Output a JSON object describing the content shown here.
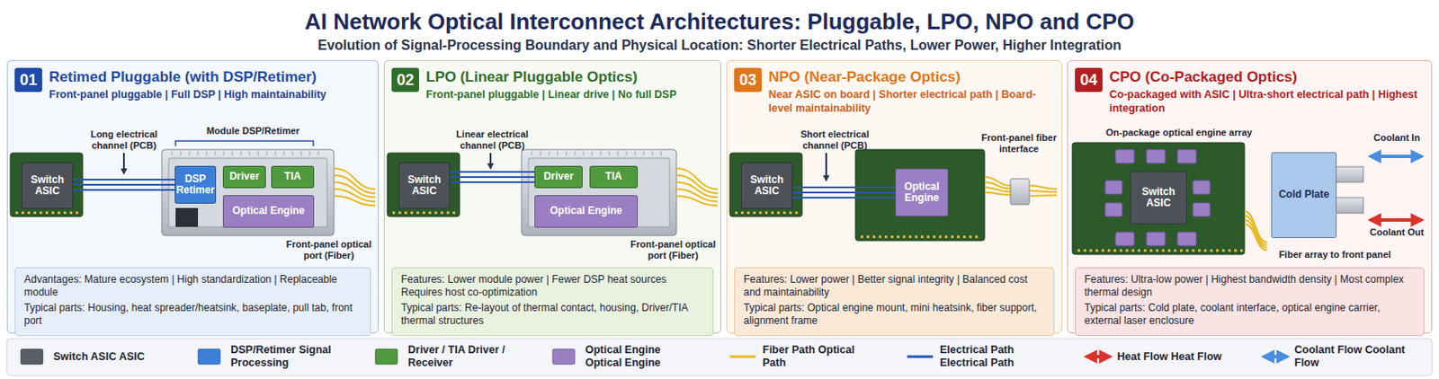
{
  "diagram": {
    "title": "AI Network Optical Interconnect Architectures: Pluggable, LPO, NPO and CPO",
    "caption": "Evolution of Signal-Processing Boundary and Physical Location: Shorter Electrical Paths, Lower Power, Higher Integration",
    "nodes": [
      {
        "text": [
          "Retimed Pluggable (with DSP/Retimer)",
          "Front-panel pluggable | Full DSP | High maintainability"
        ]
      },
      {
        "text": [
          "01"
        ],
        "in": 0
      },
      {
        "text": [
          "Switch ASIC"
        ],
        "in": 0
      },
      {
        "text": [
          "DSP Retimer"
        ],
        "in": 0
      },
      {
        "text": [
          "Driver"
        ],
        "in": 0
      },
      {
        "text": [
          "TIA"
        ],
        "in": 0
      },
      {
        "text": [
          "Optical Engine"
        ],
        "in": 0
      },
      {
        "text": [
          "Advantages: Mature ecosystem | High standardization | Replaceable module",
          "Typical parts: Housing, heat spreader/heatsink, baseplate, pull tab, front port"
        ],
        "in": 0
      },
      {
        "text": [
          "LPO (Linear Pluggable Optics)",
          "Front-panel pluggable | Linear drive | No full DSP"
        ]
      },
      {
        "text": [
          "02"
        ],
        "in": 8
      },
      {
        "text": [
          "Switch ASIC"
        ],
        "in": 8
      },
      {
        "text": [
          "Driver"
        ],
        "in": 8
      },
      {
        "text": [
          "TIA"
        ],
        "in": 8
      },
      {
        "text": [
          "Optical Engine"
        ],
        "in": 8
      },
      {
        "text": [
          "Features: Lower module power | Fewer DSP heat sources Requires host co-optimization",
          "Typical parts: Re-layout of thermal contact, housing, Driver/TIA thermal structures"
        ],
        "in": 8
      },
      {
        "text": [
          "NPO (Near-Package Optics)",
          "Near ASIC on board | Shorter electrical path | Board-level maintainability"
        ]
      },
      {
        "text": [
          "03"
        ],
        "in": 15
      },
      {
        "text": [
          "Switch ASIC"
        ],
        "in": 15
      },
      {
        "text": [
          "Optical Engine"
        ],
        "in": 15
      },
      {
        "text": [
          "Features: Lower power | Better signal integrity | Balanced cost and maintainability",
          "Typical parts: Optical engine mount, mini heatsink, fiber support, alignment frame"
        ],
        "in": 15
      },
      {
        "text": [
          "CPO (Co-Packaged Optics)",
          "Co-packaged with ASIC | Ultra-short electrical path | Highest integration"
        ]
      },
      {
        "text": [
          "04"
        ],
        "in": 20
      },
      {
        "text": [
          "Switch ASIC"
        ],
        "in": 20
      },
      {
        "text": [
          "Cold Plate"
        ],
        "in": 20
      },
      {
        "text": [
          "Features: Ultra-low power | Highest bandwidth density | Most complex thermal design",
          "Typical parts: Cold plate, coolant interface, optical engine carrier, external laser enclosure"
        ],
        "in": 20
      }
    ],
    "edges": [
      {
        "from": 2,
        "to": 3,
        "arrow": "none"
      },
      {
        "from": 10,
        "to": 11,
        "arrow": "none"
      },
      {
        "from": 17,
        "to": 18,
        "arrow": "none"
      }
    ],
    "labels": [
      "Long electrical channel (PCB)",
      "Module DSP/Retimer",
      "Front-panel optical port (Fiber)",
      "Linear electrical channel (PCB)",
      "Front-panel optical port (Fiber)",
      "Short electrical channel (PCB)",
      "Front-panel fiber interface",
      "On-package optical engine array",
      "Coolant In",
      "Coolant Out",
      "Fiber array to front panel"
    ],
    "legend": [
      {
        "text": "Switch ASIC ASIC",
        "color": "#5a5f66"
      },
      {
        "text": "DSP/Retimer Signal Processing",
        "color": "#3b7fd9"
      },
      {
        "text": "Driver / TIA Driver / Receiver",
        "color": "#4f9a3e"
      },
      {
        "text": "Optical Engine Optical Engine",
        "color": "#9b7fc4"
      },
      {
        "text": "Fiber Path Optical Path"
      },
      {
        "text": "Electrical Path Electrical Path"
      },
      {
        "text": "Heat Flow Heat Flow"
      },
      {
        "text": "Coolant Flow Coolant Flow"
      }
    ]
  }
}
